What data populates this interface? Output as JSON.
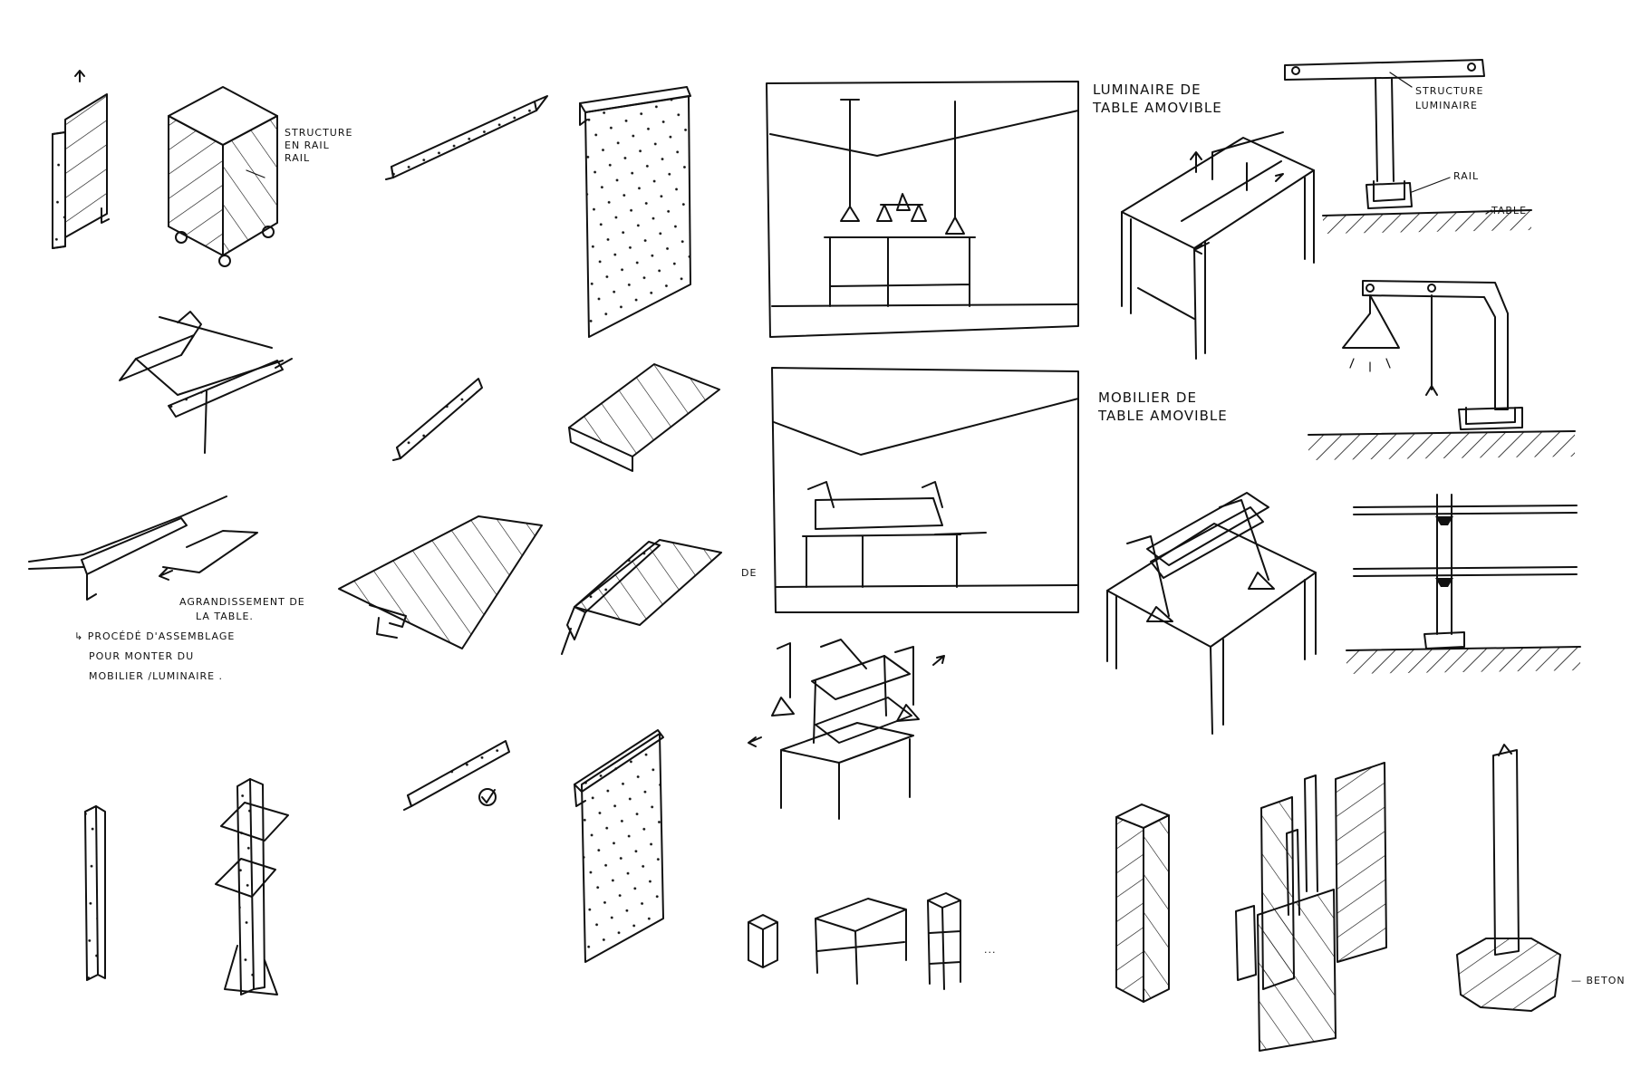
{
  "sheet": {
    "labels": {
      "structure_rail": [
        "STRUCTURE",
        "EN RAIL",
        "RAIL"
      ],
      "agrandissement": [
        "AGRANDISSEMENT DE",
        "LA TABLE."
      ],
      "procede": [
        "↳ PROCÉDÉ D'ASSEMBLAGE",
        "POUR MONTER DU",
        "MOBILIER /LUMINAIRE ."
      ],
      "de_note": "DE",
      "luminaire_table": [
        "LUMINAIRE DE",
        "TABLE AMOVIBLE"
      ],
      "mobilier_table": [
        "MOBILIER DE",
        "TABLE AMOVIBLE"
      ],
      "structure_luminaire": [
        "STRUCTURE",
        "LUMINAIRE"
      ],
      "rail": "RAIL",
      "table": "TABLE",
      "ellipsis": "...",
      "beton": "— BETON"
    }
  }
}
